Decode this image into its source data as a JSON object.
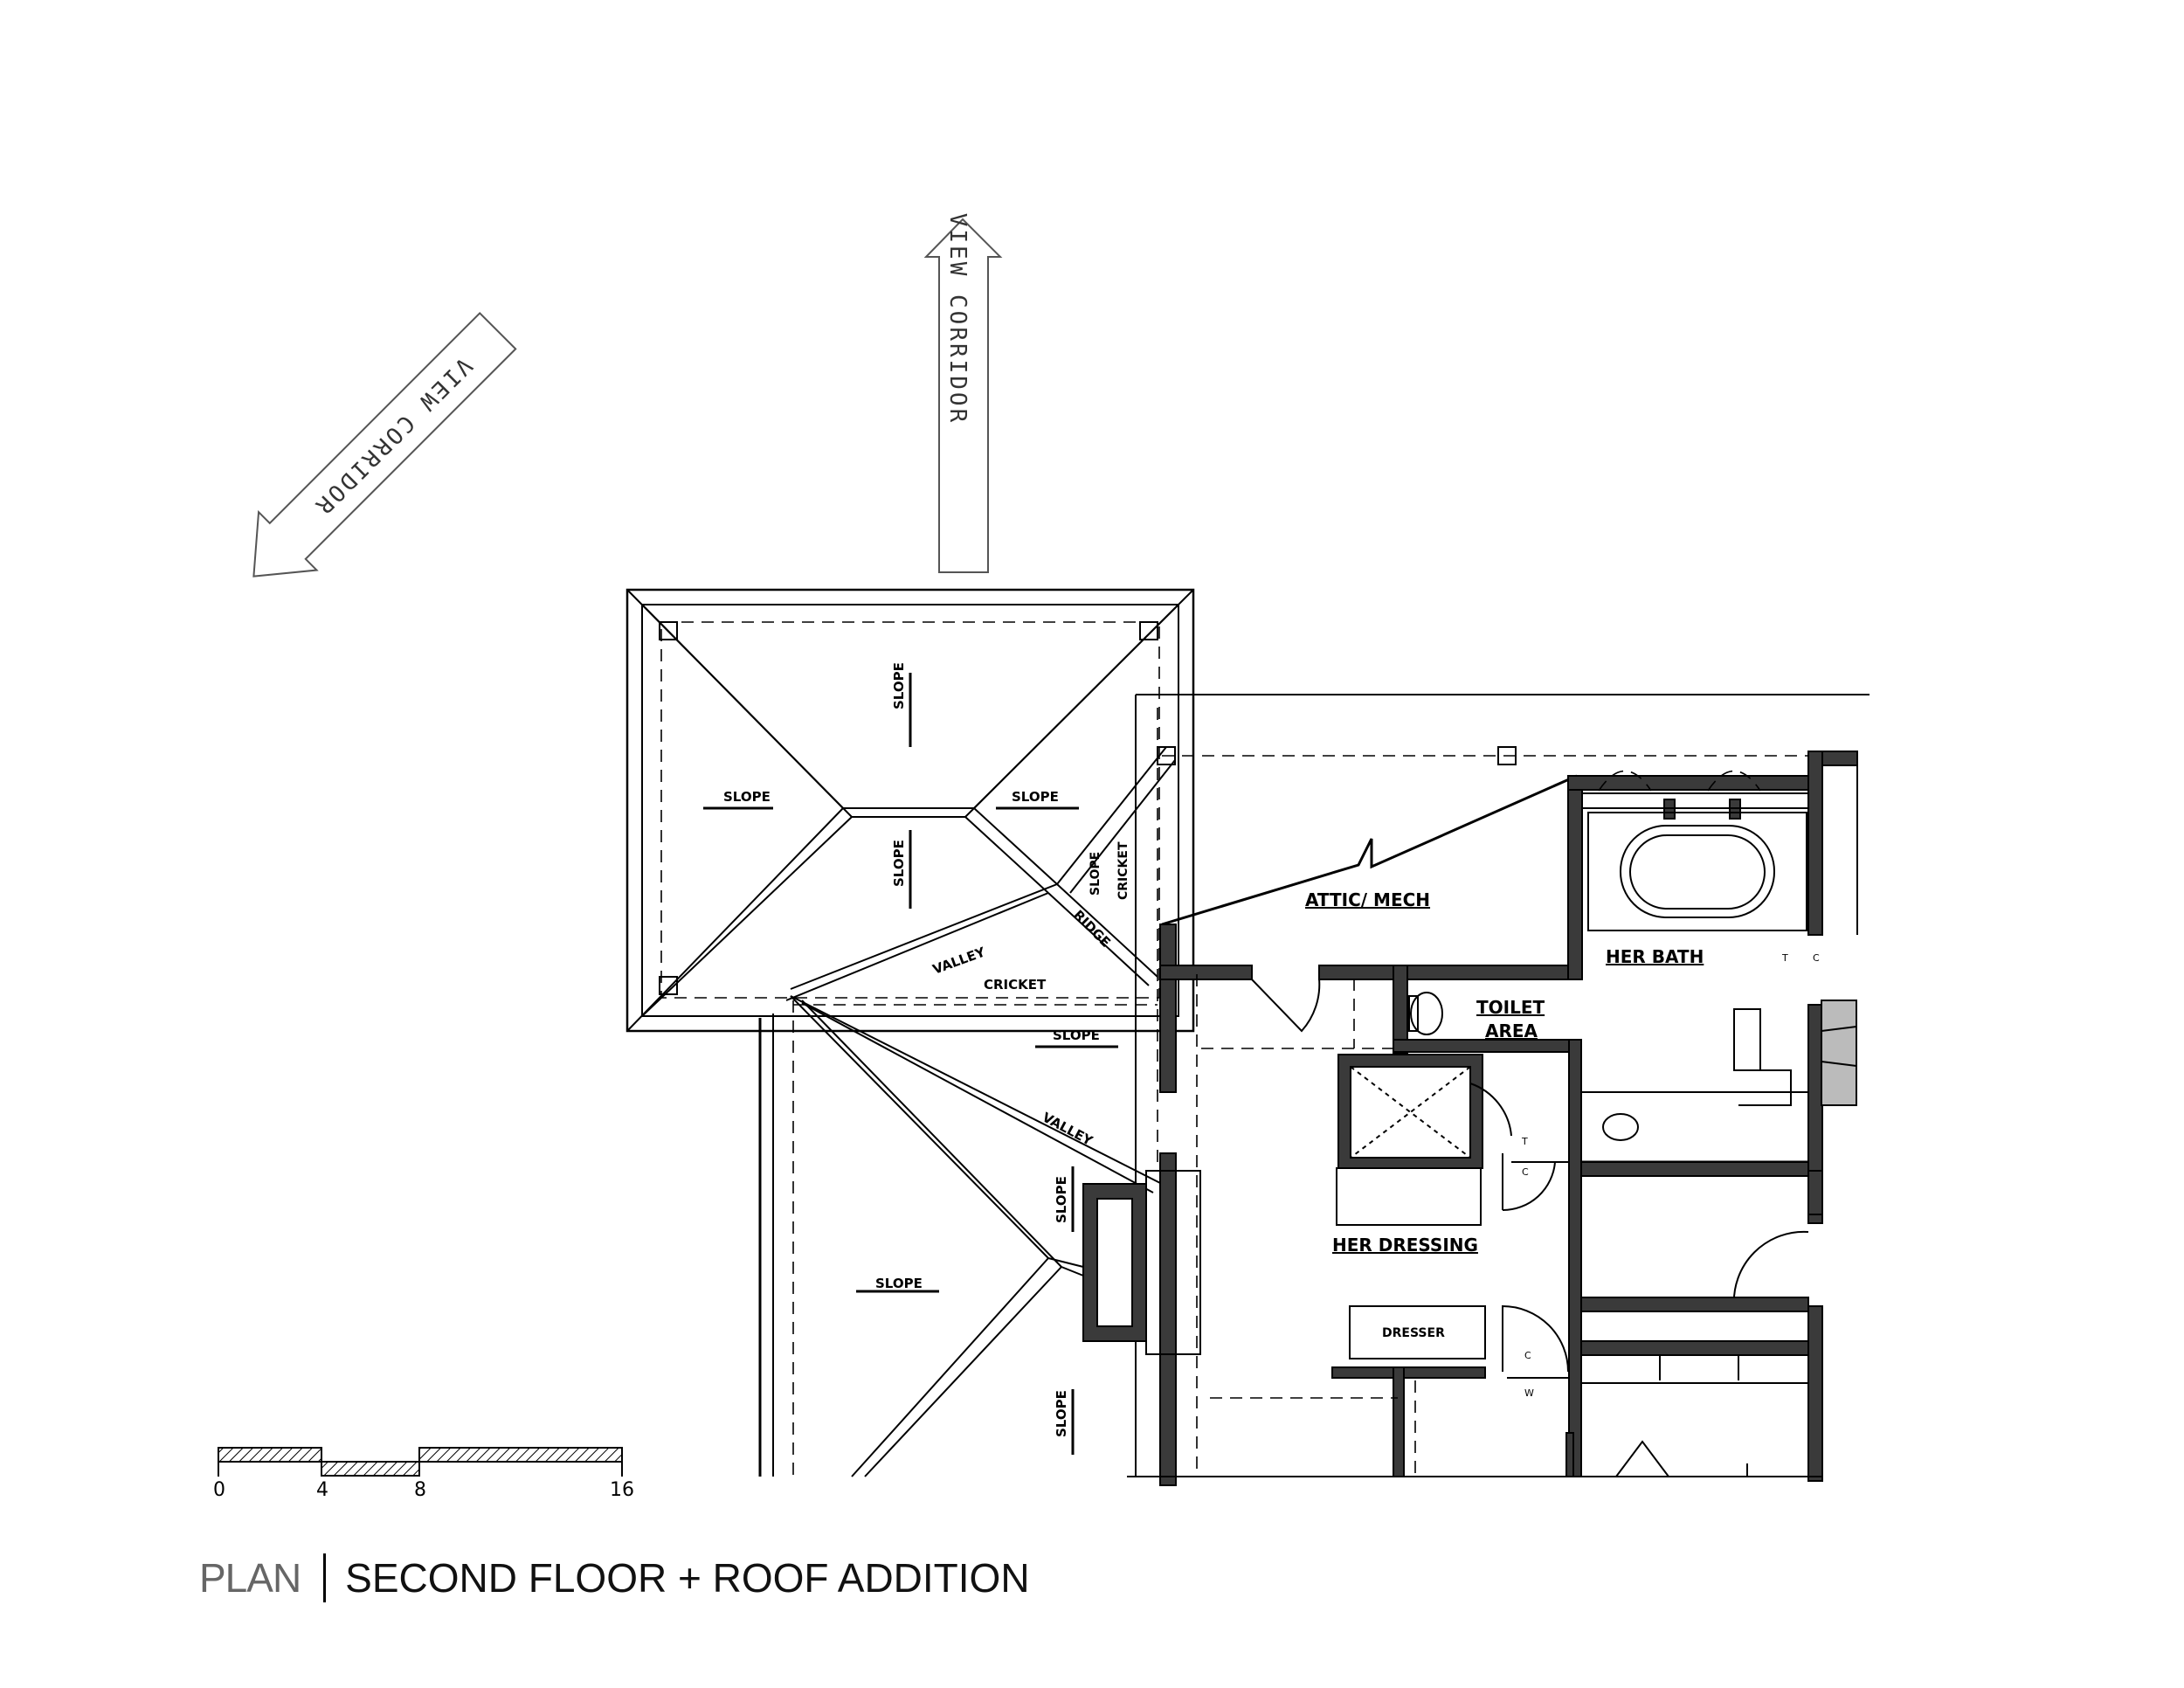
{
  "title": {
    "prefix": "PLAN",
    "main": "SECOND FLOOR + ROOF ADDITION"
  },
  "annotations": {
    "view_corridor_north": "VIEW CORRIDOR",
    "view_corridor_northwest": "VIEW CORRIDOR"
  },
  "roof_labels": {
    "slope": "SLOPE",
    "cricket": "CRICKET",
    "valley": "VALLEY",
    "ridge": "RIDGE"
  },
  "rooms": {
    "attic": "ATTIC/ MECH",
    "her_bath": "HER BATH",
    "toilet_line1": "TOILET",
    "toilet_line2": "AREA",
    "her_dressing": "HER DRESSING",
    "dresser": "DRESSER"
  },
  "door_tags": {
    "t": "T",
    "c": "C",
    "w": "W"
  },
  "scale_bar": {
    "ticks": [
      "0",
      "4",
      "8",
      "16"
    ]
  }
}
